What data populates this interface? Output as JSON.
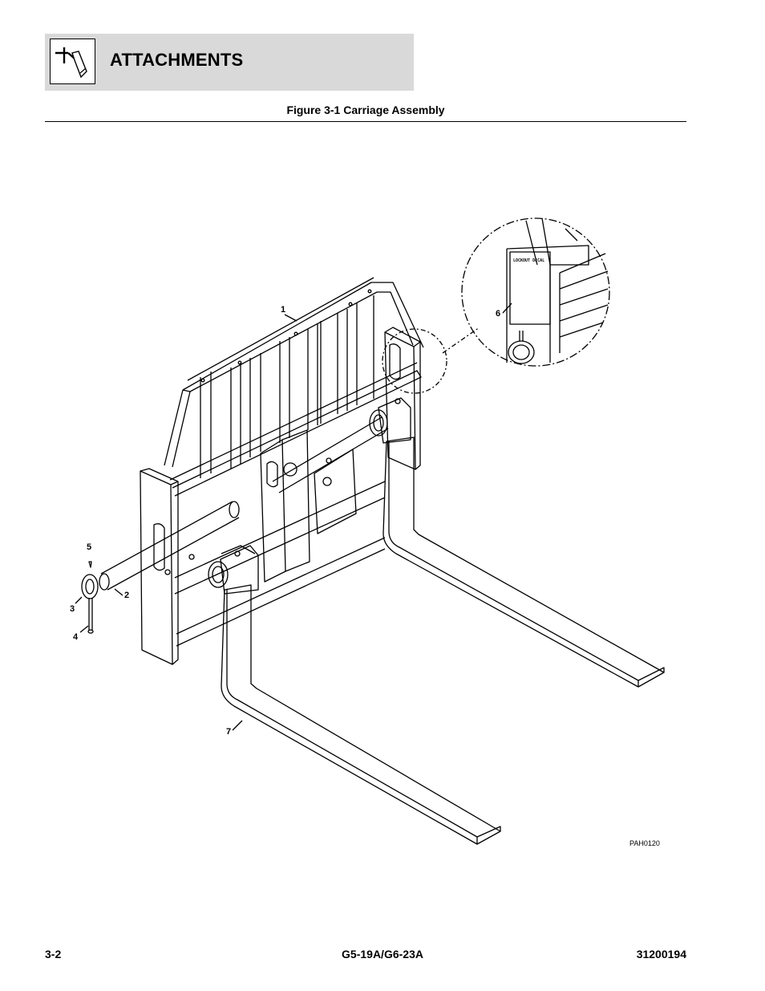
{
  "header": {
    "section_title": "ATTACHMENTS",
    "icon": "attachment-section-icon"
  },
  "figure": {
    "caption": "Figure 3-1 Carriage Assembly",
    "drawing_id": "PAH0120",
    "decal_text": "LOCKOUT DECAL",
    "callouts": {
      "c1": "1",
      "c2": "2",
      "c3": "3",
      "c4": "4",
      "c5": "5",
      "c6": "6",
      "c7": "7"
    }
  },
  "footer": {
    "page_number": "3-2",
    "model": "G5-19A/G6-23A",
    "doc_number": "31200194"
  }
}
